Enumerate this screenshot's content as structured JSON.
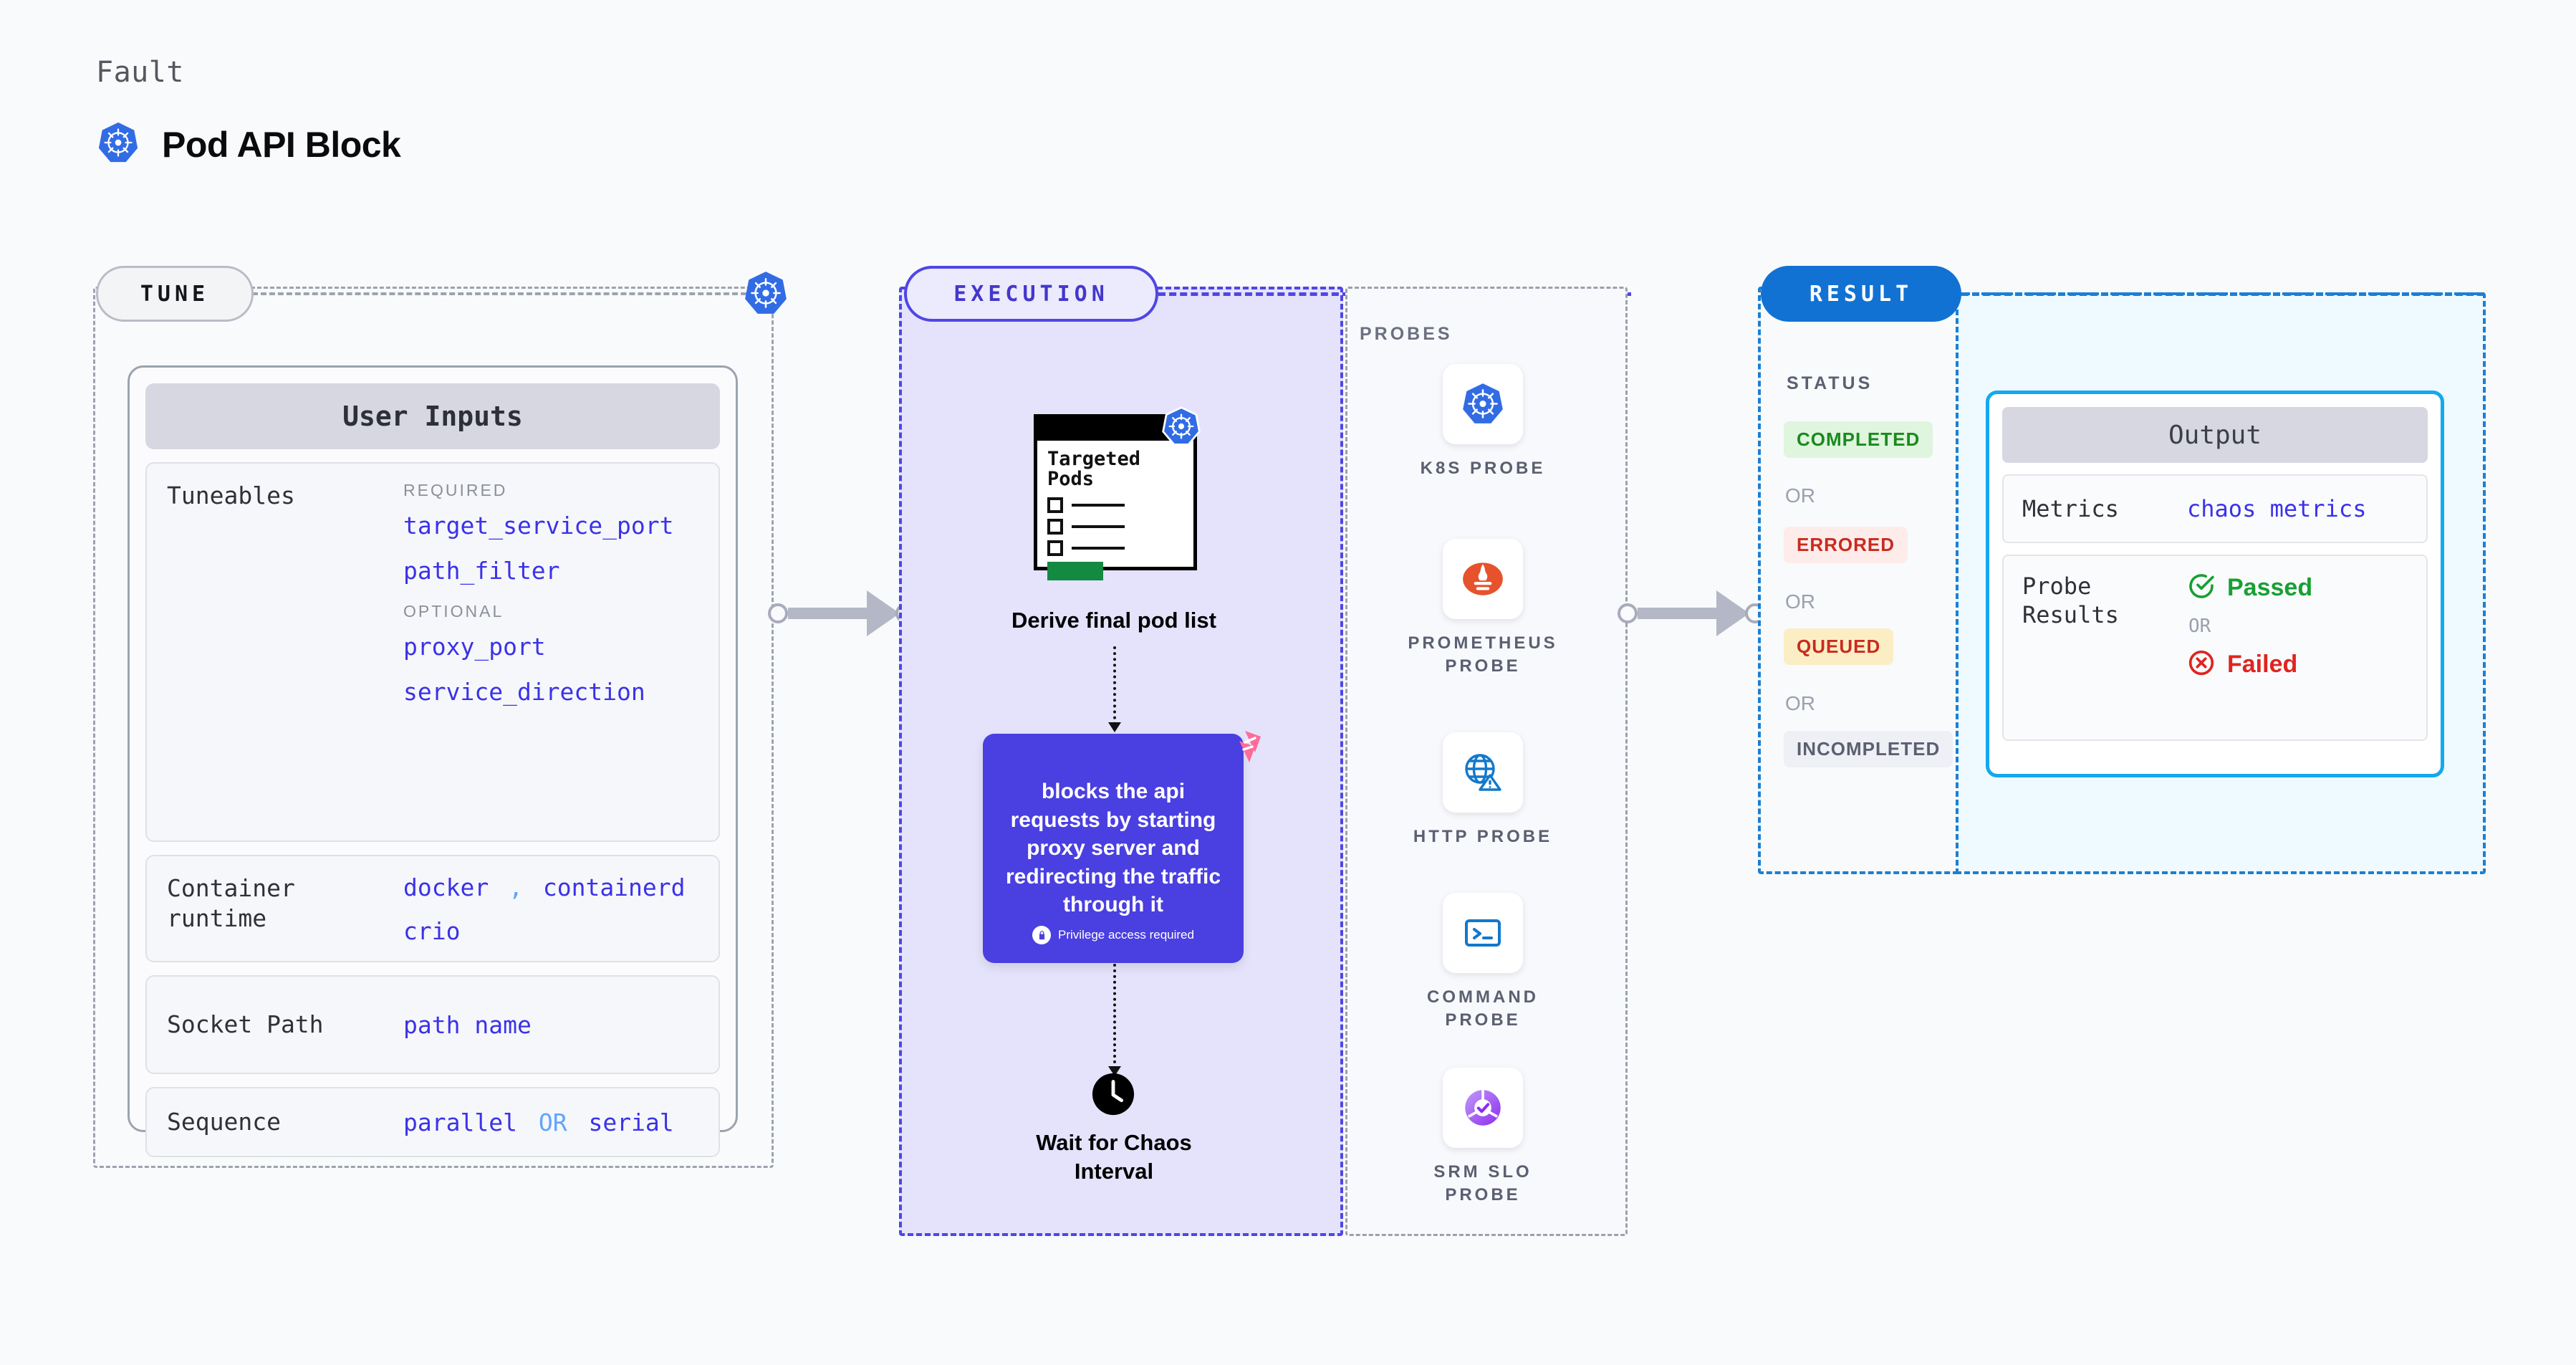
{
  "header": {
    "kicker": "Fault",
    "title": "Pod API Block",
    "icon": "kubernetes-icon"
  },
  "tune": {
    "pill_label": "TUNE",
    "node_icon": "kubernetes-icon",
    "card_title": "User Inputs",
    "rows": [
      {
        "label": "Tuneables",
        "groups": [
          {
            "tag": "REQUIRED",
            "values": [
              "target_service_port",
              "path_filter"
            ]
          },
          {
            "tag": "OPTIONAL",
            "values": [
              "proxy_port",
              "service_direction"
            ]
          }
        ]
      },
      {
        "label": "Container runtime",
        "values_line1": "docker",
        "separator": ",",
        "values_line1b": "containerd",
        "values_line2": "crio"
      },
      {
        "label": "Socket Path",
        "value": "path name"
      },
      {
        "label": "Sequence",
        "value_a": "parallel",
        "or": "OR",
        "value_b": "serial"
      }
    ]
  },
  "execution": {
    "pill_label": "EXECUTION",
    "pods_card": {
      "title_line1": "Targeted",
      "title_line2": "Pods",
      "icon": "kubernetes-icon"
    },
    "derive_caption": "Derive final pod list",
    "action_card": {
      "text": "blocks the api requests by starting proxy server and redirecting the traffic through it",
      "privilege_note": "Privilege access required",
      "badge_icon": "harness-logo-icon",
      "lock_icon": "lock-icon",
      "color": "#4a3fe0"
    },
    "wait_caption": "Wait for Chaos Interval",
    "wait_icon": "clock-icon"
  },
  "probes": {
    "section_label": "PROBES",
    "items": [
      {
        "name": "K8S PROBE",
        "icon": "kubernetes-icon"
      },
      {
        "name": "PROMETHEUS PROBE",
        "icon": "prometheus-icon"
      },
      {
        "name": "HTTP PROBE",
        "icon": "globe-warning-icon"
      },
      {
        "name": "COMMAND PROBE",
        "icon": "terminal-icon"
      },
      {
        "name": "SRM SLO PROBE",
        "icon": "slo-donut-icon"
      }
    ]
  },
  "result": {
    "pill_label": "RESULT",
    "status_label": "STATUS",
    "or_label": "OR",
    "statuses": [
      {
        "label": "COMPLETED",
        "text_color": "#1a8a1f",
        "bg_color": "#dff5dd"
      },
      {
        "label": "ERRORED",
        "text_color": "#c92b1f",
        "bg_color": "#fdecea"
      },
      {
        "label": "QUEUED",
        "text_color": "#c92b1f",
        "bg_color": "#fceec4"
      },
      {
        "label": "INCOMPLETED",
        "text_color": "#5b6071",
        "bg_color": "#eef0f5"
      }
    ],
    "output": {
      "title": "Output",
      "metrics_label": "Metrics",
      "metrics_value": "chaos metrics",
      "probe_results_label": "Probe Results",
      "passed_label": "Passed",
      "failed_label": "Failed",
      "or_label": "OR",
      "pass_icon": "check-circle-icon",
      "fail_icon": "x-circle-icon",
      "accent_color": "#14a8ee"
    }
  }
}
